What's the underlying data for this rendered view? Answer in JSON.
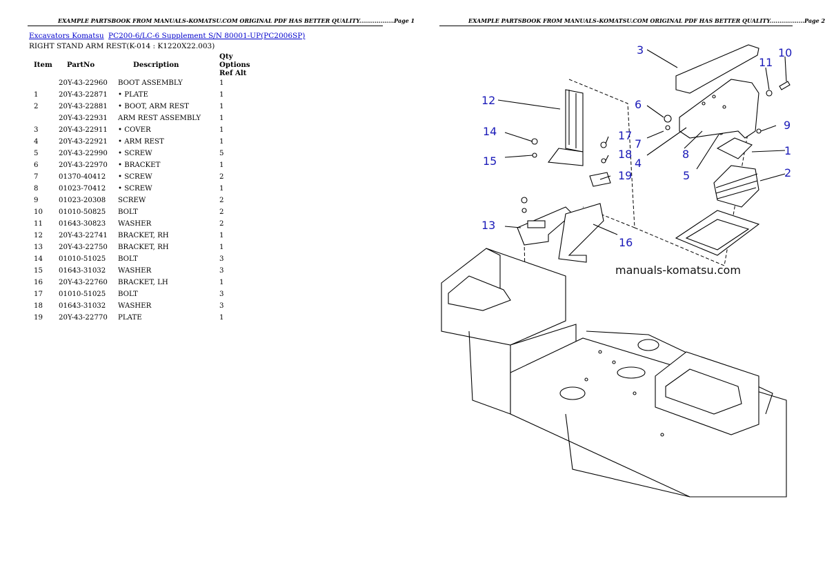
{
  "header": {
    "left": "EXAMPLE PARTSBOOK FROM MANUALS-KOMATSU.COM ORIGINAL PDF HAS BETTER QUALITY..................Page 1",
    "right": "EXAMPLE PARTSBOOK FROM MANUALS-KOMATSU.COM ORIGINAL PDF HAS BETTER QUALITY..................Page 2"
  },
  "breadcrumb": {
    "link1": "Excavators Komatsu",
    "link2": "PC200-6/LC-6 Supplement S/N 80001-UP(PC2006SP)"
  },
  "subtitle": "RIGHT STAND ARM REST(K-014 : K1220X22.003)",
  "table": {
    "headers": [
      "Item",
      "PartNo",
      "Description",
      "Qty Options Ref Alt"
    ],
    "rows": [
      {
        "item": "",
        "part": "20Y-43-22960",
        "desc": "BOOT ASSEMBLY",
        "qty": "1"
      },
      {
        "item": "1",
        "part": "20Y-43-22871",
        "desc": "• PLATE",
        "qty": "1"
      },
      {
        "item": "2",
        "part": "20Y-43-22881",
        "desc": "• BOOT, ARM REST",
        "qty": "1"
      },
      {
        "item": "",
        "part": "20Y-43-22931",
        "desc": "ARM REST ASSEMBLY",
        "qty": "1"
      },
      {
        "item": "3",
        "part": "20Y-43-22911",
        "desc": "• COVER",
        "qty": "1"
      },
      {
        "item": "4",
        "part": "20Y-43-22921",
        "desc": "• ARM REST",
        "qty": "1"
      },
      {
        "item": "5",
        "part": "20Y-43-22990",
        "desc": "• SCREW",
        "qty": "5"
      },
      {
        "item": "6",
        "part": "20Y-43-22970",
        "desc": "• BRACKET",
        "qty": "1"
      },
      {
        "item": "7",
        "part": "01370-40412",
        "desc": "• SCREW",
        "qty": "2"
      },
      {
        "item": "8",
        "part": "01023-70412",
        "desc": "• SCREW",
        "qty": "1"
      },
      {
        "item": "9",
        "part": "01023-20308",
        "desc": "SCREW",
        "qty": "2"
      },
      {
        "item": "10",
        "part": "01010-50825",
        "desc": "BOLT",
        "qty": "2"
      },
      {
        "item": "11",
        "part": "01643-30823",
        "desc": "WASHER",
        "qty": "2"
      },
      {
        "item": "12",
        "part": "20Y-43-22741",
        "desc": "BRACKET, RH",
        "qty": "1"
      },
      {
        "item": "13",
        "part": "20Y-43-22750",
        "desc": "BRACKET, RH",
        "qty": "1"
      },
      {
        "item": "14",
        "part": "01010-51025",
        "desc": "BOLT",
        "qty": "3"
      },
      {
        "item": "15",
        "part": "01643-31032",
        "desc": "WASHER",
        "qty": "3"
      },
      {
        "item": "16",
        "part": "20Y-43-22760",
        "desc": "BRACKET, LH",
        "qty": "1"
      },
      {
        "item": "17",
        "part": "01010-51025",
        "desc": "BOLT",
        "qty": "3"
      },
      {
        "item": "18",
        "part": "01643-31032",
        "desc": "WASHER",
        "qty": "3"
      },
      {
        "item": "19",
        "part": "20Y-43-22770",
        "desc": "PLATE",
        "qty": "1"
      }
    ]
  },
  "diagram": {
    "watermark": "manuals-komatsu.com",
    "callouts": [
      "1",
      "2",
      "3",
      "4",
      "5",
      "6",
      "7",
      "8",
      "9",
      "10",
      "11",
      "12",
      "13",
      "14",
      "15",
      "16",
      "17",
      "18",
      "19"
    ],
    "callout_color": "#1a1ab8"
  }
}
